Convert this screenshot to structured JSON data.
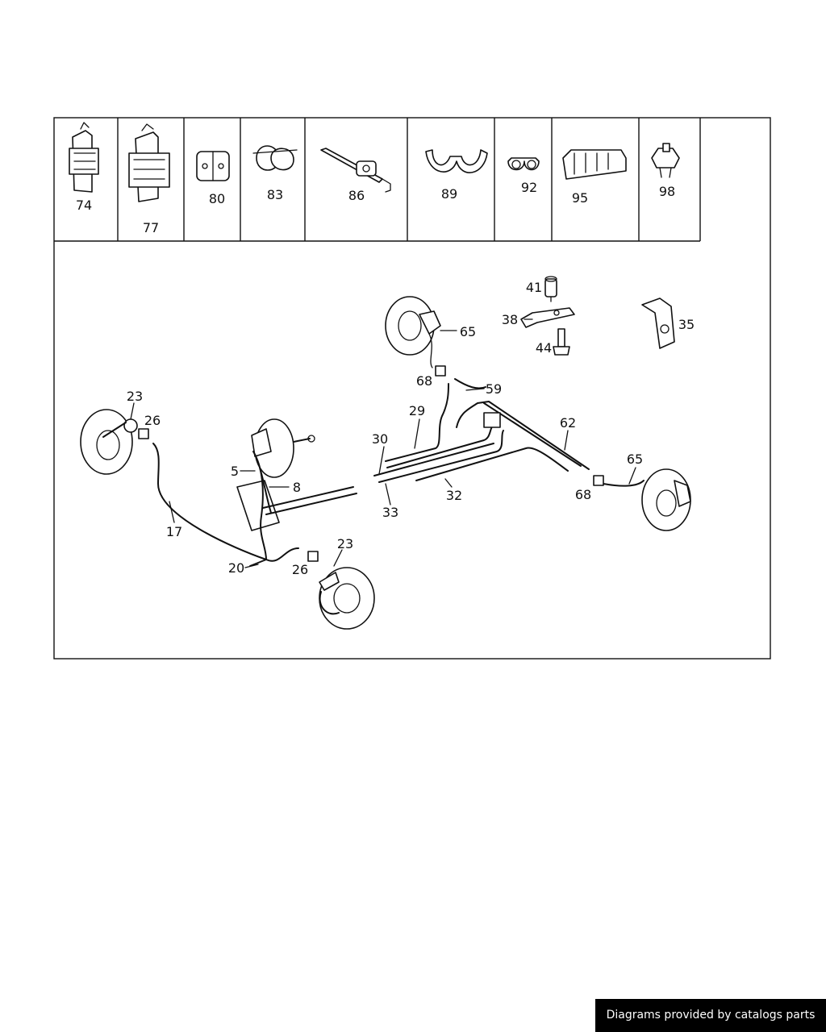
{
  "header_parts": [
    {
      "label": "74"
    },
    {
      "label": "77"
    },
    {
      "label": "80"
    },
    {
      "label": "83"
    },
    {
      "label": "86"
    },
    {
      "label": "89"
    },
    {
      "label": "92"
    },
    {
      "label": "95"
    },
    {
      "label": "98"
    }
  ],
  "callouts": [
    {
      "label": "41"
    },
    {
      "label": "38"
    },
    {
      "label": "44"
    },
    {
      "label": "35"
    },
    {
      "label": "65"
    },
    {
      "label": "68"
    },
    {
      "label": "59"
    },
    {
      "label": "29"
    },
    {
      "label": "30"
    },
    {
      "label": "62"
    },
    {
      "label": "65"
    },
    {
      "label": "68"
    },
    {
      "label": "32"
    },
    {
      "label": "33"
    },
    {
      "label": "23"
    },
    {
      "label": "26"
    },
    {
      "label": "5"
    },
    {
      "label": "8"
    },
    {
      "label": "17"
    },
    {
      "label": "20"
    },
    {
      "label": "26"
    },
    {
      "label": "23"
    }
  ],
  "footer": {
    "text": "Diagrams provided by catalogs parts"
  }
}
